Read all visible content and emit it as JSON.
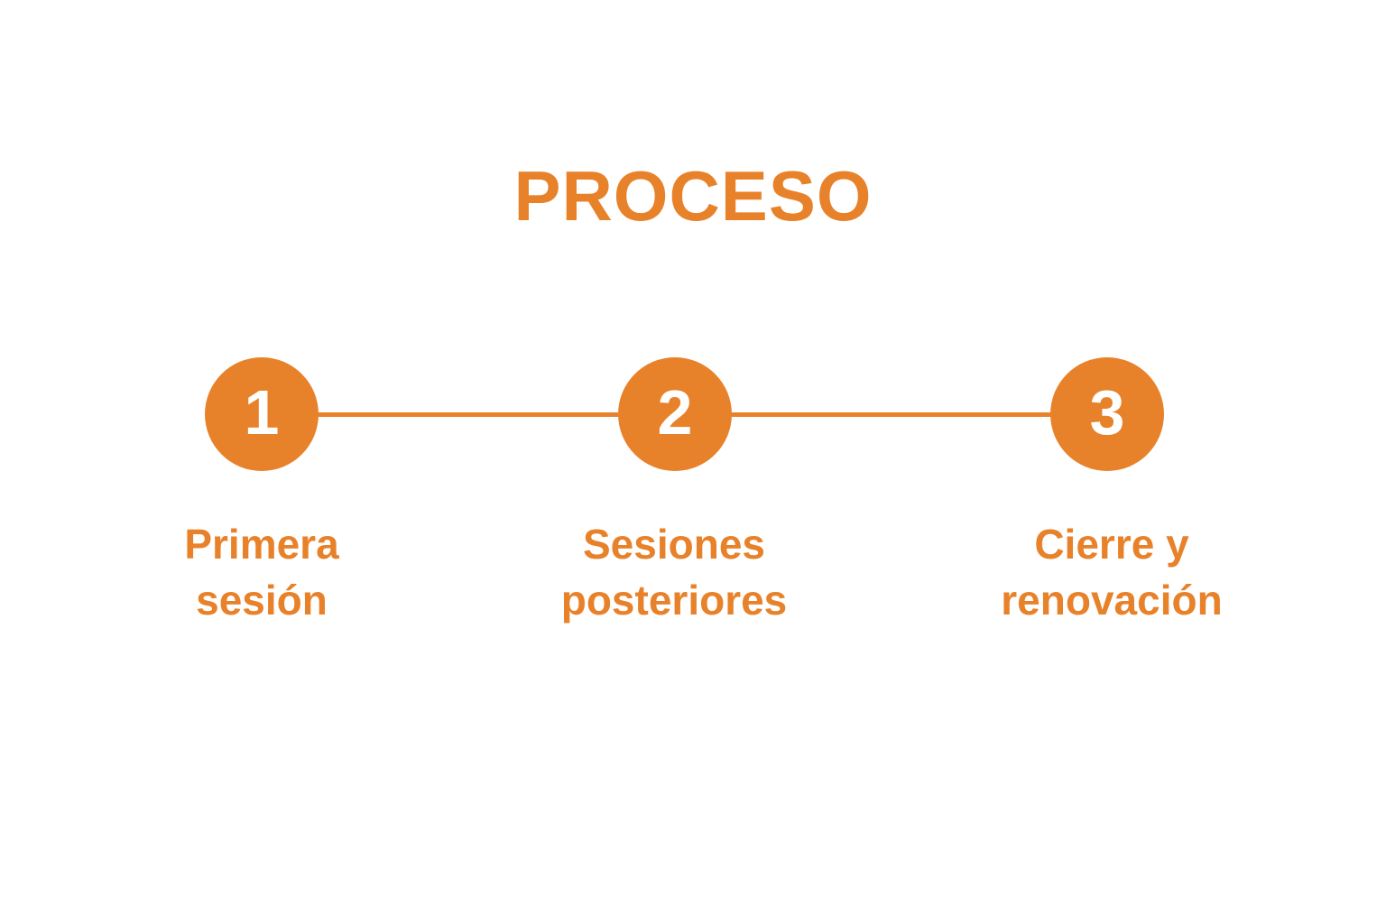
{
  "page": {
    "background_color": "#FFFFFF",
    "accent_color": "#E8822A",
    "circle_text_color": "#FFFFFF"
  },
  "title": "PROCESO",
  "diagram": {
    "type": "process-timeline",
    "orientation": "horizontal",
    "step_count": 3,
    "steps": [
      {
        "number": "1",
        "label_line1": "Primera",
        "label_line2": "sesión"
      },
      {
        "number": "2",
        "label_line1": "Sesiones",
        "label_line2": "posteriores"
      },
      {
        "number": "3",
        "label_line1": "Cierre y",
        "label_line2": "renovación"
      }
    ]
  }
}
